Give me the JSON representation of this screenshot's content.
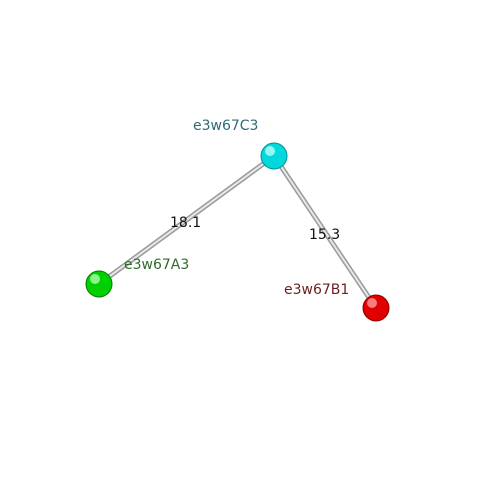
{
  "atoms": [
    {
      "id": "c3",
      "label": "e3w67C3",
      "color": "#00e5e5",
      "label_color": "#2f6b78"
    },
    {
      "id": "a3",
      "label": "e3w67A3",
      "color": "#00dd00",
      "label_color": "#2f6b2f"
    },
    {
      "id": "b1",
      "label": "e3w67B1",
      "color": "#ee0000",
      "label_color": "#6b1f1f"
    }
  ],
  "bonds": [
    {
      "from": "c3",
      "to": "a3",
      "distance": "18.1"
    },
    {
      "from": "c3",
      "to": "b1",
      "distance": "15.3"
    }
  ]
}
